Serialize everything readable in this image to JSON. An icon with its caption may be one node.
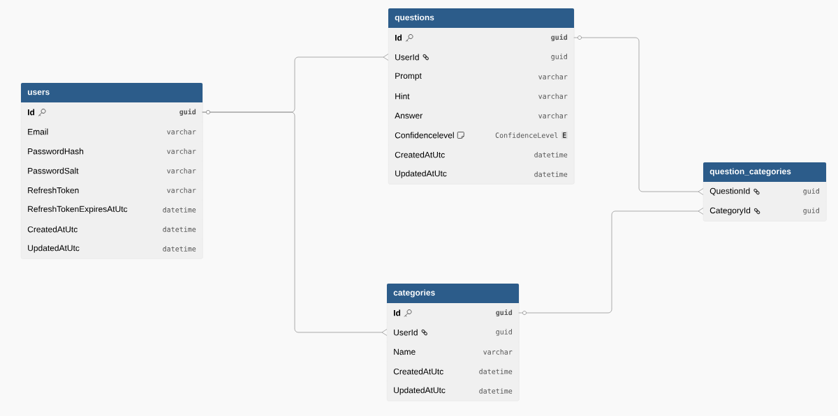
{
  "diagram": {
    "nodes": [
      {
        "text": [
          "users"
        ]
      },
      {
        "text": [
          "Id",
          "guid"
        ],
        "in": 0
      },
      {
        "text": [
          "Email",
          "varchar"
        ],
        "in": 0
      },
      {
        "text": [
          "PasswordHash",
          "varchar"
        ],
        "in": 0
      },
      {
        "text": [
          "PasswordSalt",
          "varchar"
        ],
        "in": 0
      },
      {
        "text": [
          "RefreshToken",
          "varchar"
        ],
        "in": 0
      },
      {
        "text": [
          "RefreshTokenExpiresAtUtc",
          "datetime"
        ],
        "in": 0
      },
      {
        "text": [
          "CreatedAtUtc",
          "datetime"
        ],
        "in": 0
      },
      {
        "text": [
          "UpdatedAtUtc",
          "datetime"
        ],
        "in": 0
      },
      {
        "text": [
          "questions"
        ]
      },
      {
        "text": [
          "Id",
          "guid"
        ],
        "in": 9
      },
      {
        "text": [
          "UserId",
          "guid"
        ],
        "in": 9
      },
      {
        "text": [
          "Prompt",
          "varchar"
        ],
        "in": 9
      },
      {
        "text": [
          "Hint",
          "varchar"
        ],
        "in": 9
      },
      {
        "text": [
          "Answer",
          "varchar"
        ],
        "in": 9
      },
      {
        "text": [
          "Confidencelevel",
          "ConfidenceLevel",
          "E"
        ],
        "in": 9
      },
      {
        "text": [
          "CreatedAtUtc",
          "datetime"
        ],
        "in": 9
      },
      {
        "text": [
          "UpdatedAtUtc",
          "datetime"
        ],
        "in": 9
      },
      {
        "text": [
          "question_categories"
        ]
      },
      {
        "text": [
          "QuestionId",
          "guid"
        ],
        "in": 18
      },
      {
        "text": [
          "CategoryId",
          "guid"
        ],
        "in": 18
      },
      {
        "text": [
          "categories"
        ]
      },
      {
        "text": [
          "Id",
          "guid"
        ],
        "in": 21
      },
      {
        "text": [
          "UserId",
          "guid"
        ],
        "in": 21
      },
      {
        "text": [
          "Name",
          "varchar"
        ],
        "in": 21
      },
      {
        "text": [
          "CreatedAtUtc",
          "datetime"
        ],
        "in": 21
      },
      {
        "text": [
          "UpdatedAtUtc",
          "datetime"
        ],
        "in": 21
      }
    ],
    "edges": [
      {
        "from": 1,
        "to": 11,
        "arrow": "other"
      },
      {
        "from": 1,
        "to": 23,
        "arrow": "other"
      },
      {
        "from": 10,
        "to": 19,
        "arrow": "other"
      },
      {
        "from": 22,
        "to": 20,
        "arrow": "other"
      }
    ]
  }
}
